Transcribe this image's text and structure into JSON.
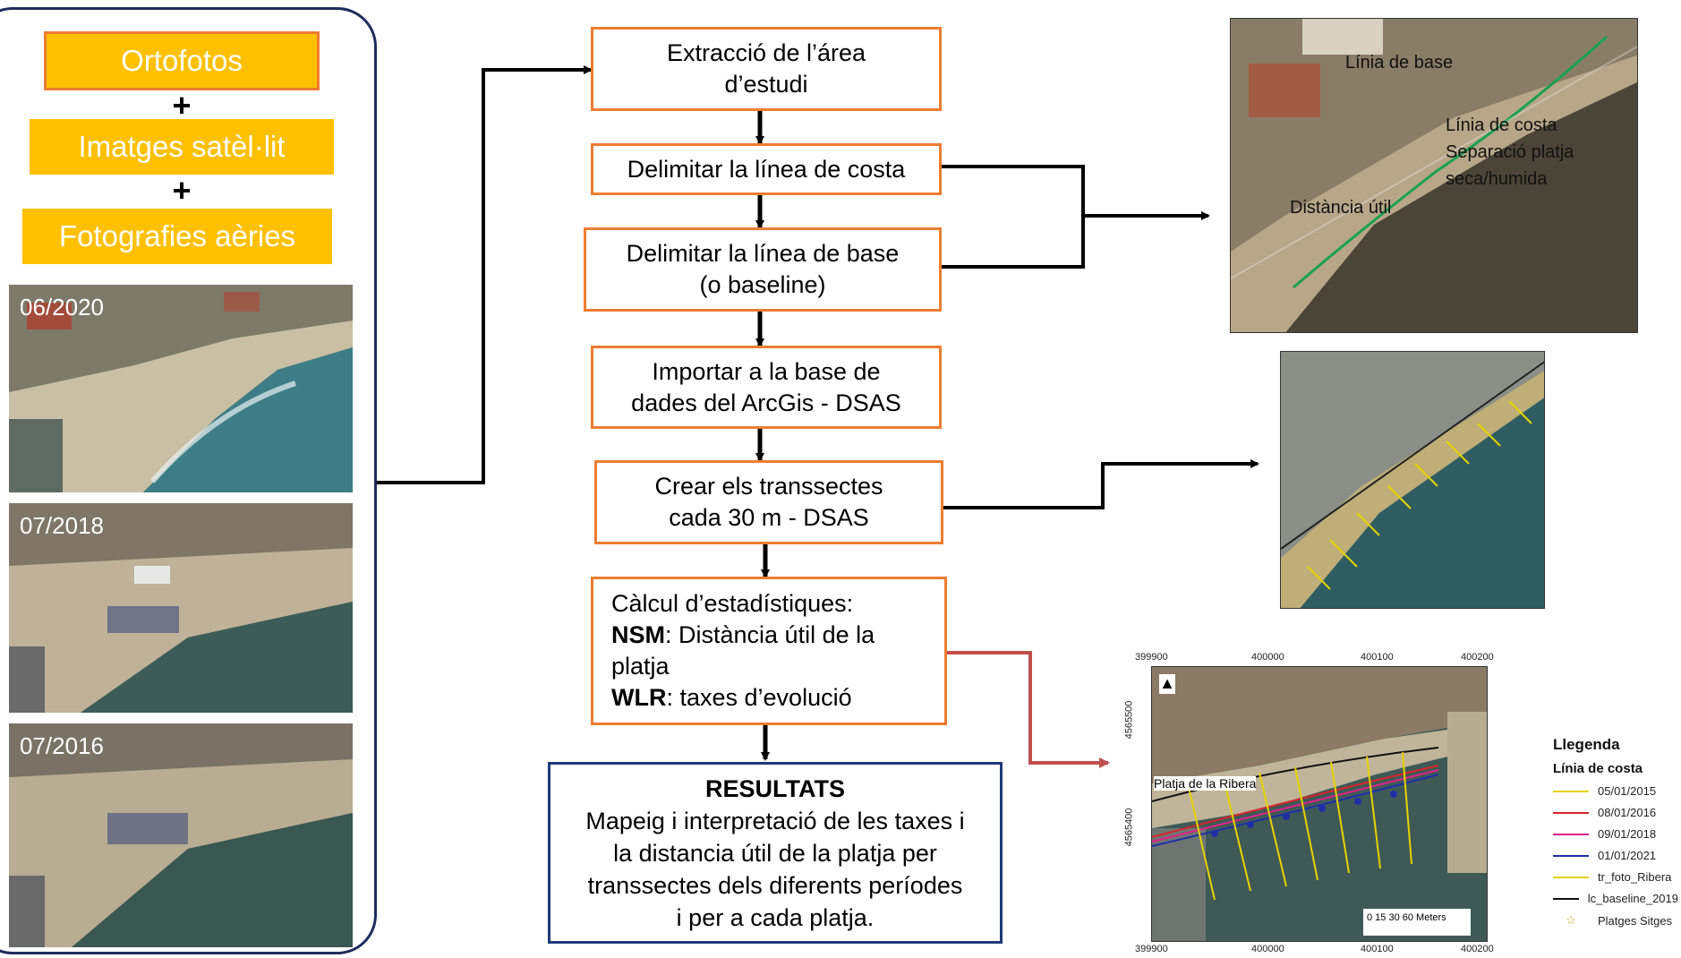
{
  "sources": {
    "ortofotos": "Ortofotos",
    "plus1": "+",
    "satellite": "Imatges satèl·lit",
    "plus2": "+",
    "aerial": "Fotografies aèries"
  },
  "photos": [
    {
      "date": "06/2020"
    },
    {
      "date": "07/2018"
    },
    {
      "date": "07/2016"
    }
  ],
  "steps": {
    "s1_l1": "Extracció de l’área",
    "s1_l2": "d’estudi",
    "s2": "Delimitar la línea de costa",
    "s3_l1": "Delimitar la línea de base",
    "s3_l2": "(o baseline)",
    "s4_l1": "Importar a la base de",
    "s4_l2": "dades del ArcGis - DSAS",
    "s5_l1": "Crear els transsectes",
    "s5_l2": "cada 30 m - DSAS",
    "s6_title": "Càlcul d’estadístiques:",
    "s6_nsm_key": "NSM",
    "s6_nsm_val": ": Distància útil de la",
    "s6_nsm_val2": "platja",
    "s6_wlr_key": "WLR",
    "s6_wlr_val": ": taxes d’evolució"
  },
  "result": {
    "title": "RESULTATS",
    "l1": "Mapeig i interpretació de les taxes i",
    "l2": "la distancia útil de la platja per",
    "l3": "transsectes dels diferents períodes",
    "l4": "i per a cada platja."
  },
  "annotated_image": {
    "linia_base": "Línia de base",
    "linia_costa": "Línia de costa",
    "separacio1": "Separació platja",
    "separacio2": "seca/humida",
    "distancia": "Distància útil"
  },
  "map": {
    "x_ticks": [
      "399900",
      "400000",
      "400100",
      "400200"
    ],
    "y_ticks": [
      "4565500",
      "4565400"
    ],
    "place": "Platja de la Ribera",
    "scale": "0  15 30      60 Meters"
  },
  "legend": {
    "title": "Llegenda",
    "subtitle": "Línia de costa",
    "items": [
      {
        "label": "05/01/2015",
        "color": "#e6d200"
      },
      {
        "label": "08/01/2016",
        "color": "#d9232a"
      },
      {
        "label": "09/01/2018",
        "color": "#e0218a"
      },
      {
        "label": "01/01/2021",
        "color": "#1f2fa8"
      },
      {
        "label": "tr_foto_Ribera",
        "color": "#e6d200"
      },
      {
        "label": "lc_baseline_2019",
        "color": "#111111"
      },
      {
        "label": "Platges Sitges",
        "color": "#b8a400"
      }
    ]
  },
  "colors": {
    "orange_border": "#ed7d31",
    "yellow_fill": "#ffc000",
    "navy": "#1f2d5c",
    "red_connector": "#c0504d"
  }
}
